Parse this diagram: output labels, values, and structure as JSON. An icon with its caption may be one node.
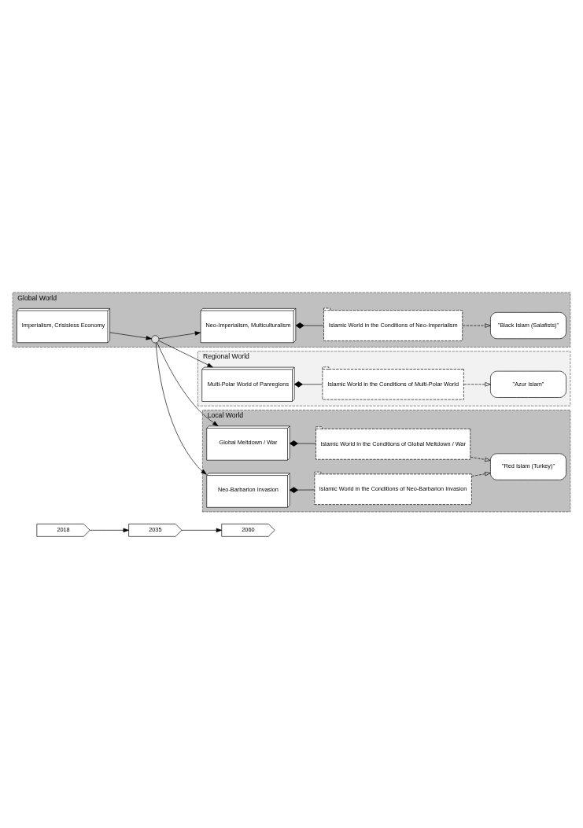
{
  "diagram": {
    "nodes": [
      {
        "text": [
          "2018"
        ]
      },
      {
        "text": [
          "2035"
        ]
      },
      {
        "text": [
          "2060"
        ]
      },
      {
        "text": [
          "Global World"
        ]
      },
      {
        "text": [
          "Imperialism, Crisisless Economy"
        ],
        "in": 3
      },
      {
        "text": [],
        "shape": "circle",
        "in": 3
      },
      {
        "text": [
          "Neo-Imperialism, Multiculturalism"
        ],
        "in": 3
      },
      {
        "text": [
          "Islamic World in the Conditions of Neo-Imperialism"
        ],
        "in": 3
      },
      {
        "text": [
          "\"Black Islam (Salafists)\""
        ],
        "in": 3
      },
      {
        "text": [
          "Regional World"
        ]
      },
      {
        "text": [
          "Multi-Polar World of Panregions"
        ],
        "in": 9
      },
      {
        "text": [
          "Islamic World in the Conditions of Multi-Polar World"
        ],
        "in": 9
      },
      {
        "text": [
          "\"Azur Islam\""
        ],
        "in": 9
      },
      {
        "text": [
          "Local World"
        ]
      },
      {
        "text": [
          "Global Meltdown / War"
        ],
        "in": 13
      },
      {
        "text": [
          "Islamic World in the Conditions of Global Meltdown / War"
        ],
        "in": 13
      },
      {
        "text": [
          "Neo-Barbarion Invasion"
        ],
        "in": 13
      },
      {
        "text": [
          "Islamic World in the Conditions of Neo-Barbarion Invasion"
        ],
        "in": 13
      },
      {
        "text": [
          "\"Red Islam (Turkey)\""
        ],
        "in": 13
      }
    ],
    "edges": [
      {
        "from": 0,
        "to": 1,
        "arrow": "to"
      },
      {
        "from": 1,
        "to": 2,
        "arrow": "to"
      },
      {
        "from": 4,
        "to": 5,
        "arrow": "to"
      },
      {
        "from": 5,
        "to": 6,
        "arrow": "to"
      },
      {
        "from": 5,
        "to": 10,
        "arrow": "to"
      },
      {
        "from": 5,
        "to": 14,
        "arrow": "to"
      },
      {
        "from": 5,
        "to": 16,
        "arrow": "to"
      },
      {
        "from": 6,
        "to": 7,
        "arrow": "other"
      },
      {
        "from": 7,
        "to": 8,
        "arrow": "to",
        "style": "dashed"
      },
      {
        "from": 10,
        "to": 11,
        "arrow": "other"
      },
      {
        "from": 11,
        "to": 12,
        "arrow": "to",
        "style": "dashed"
      },
      {
        "from": 14,
        "to": 15,
        "arrow": "other"
      },
      {
        "from": 15,
        "to": 18,
        "arrow": "to",
        "style": "dashed"
      },
      {
        "from": 16,
        "to": 17,
        "arrow": "other"
      },
      {
        "from": 17,
        "to": 18,
        "arrow": "to",
        "style": "dashed"
      }
    ]
  }
}
